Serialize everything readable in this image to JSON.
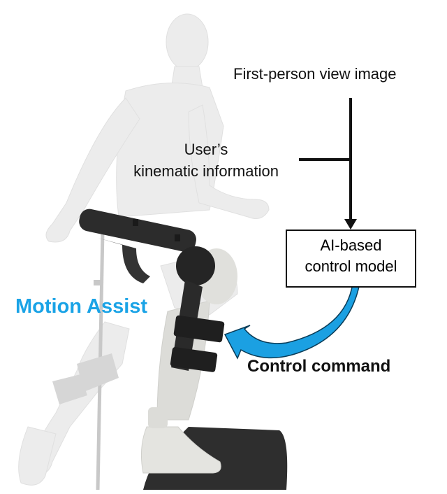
{
  "diagram": {
    "inputs": {
      "first_person_view": "First-person view image",
      "kinematic_line1": "User’s",
      "kinematic_line2": "kinematic information"
    },
    "model_box": {
      "line1": "AI-based",
      "line2": "control model"
    },
    "output": {
      "command_label": "Control command",
      "assist_label": "Motion Assist"
    },
    "colors": {
      "accent_blue": "#1aa3e6",
      "arrow_fill": "#1ba0e2",
      "line": "#111111",
      "exo_dark": "#2a2a2a",
      "mannequin": "#e9e9e9",
      "mat": "#2e2e2e"
    },
    "scene": {
      "subject": "white mannequin in walking pose",
      "device": "knee exoskeleton (black) on right leg",
      "floor_object": "dark textured mat",
      "support": "forearm crutch"
    }
  }
}
